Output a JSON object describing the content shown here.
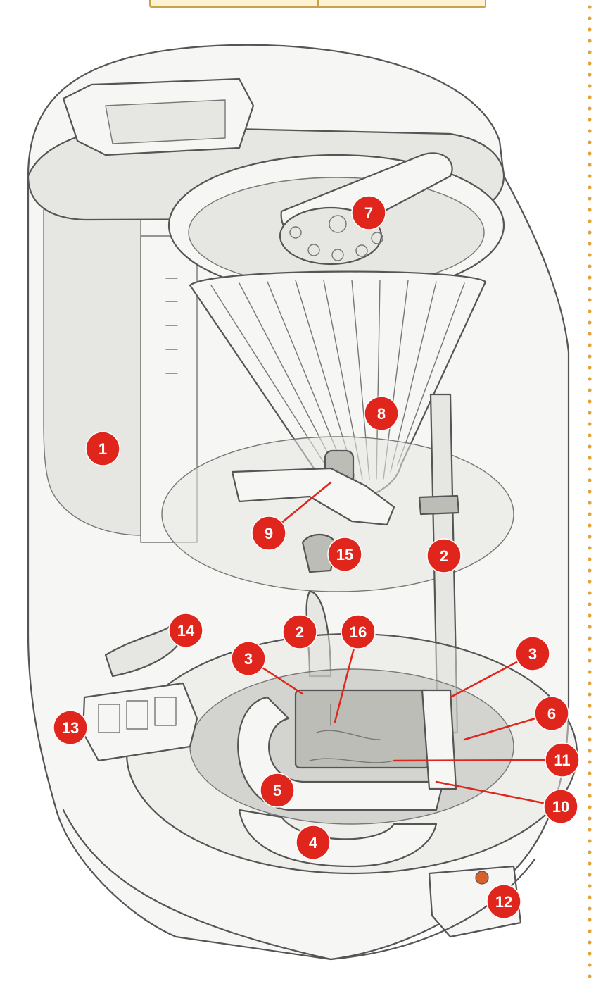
{
  "colors": {
    "callout_fill": "#e0261c",
    "callout_text": "#ffffff",
    "leader_line": "#e0261c",
    "border_dots": "#e3a23a",
    "tab_border": "#c9a24a",
    "tab_fill": "#fdf3d2"
  },
  "callouts": [
    {
      "id": "1",
      "label": "1"
    },
    {
      "id": "2a",
      "label": "2"
    },
    {
      "id": "2b",
      "label": "2"
    },
    {
      "id": "3a",
      "label": "3"
    },
    {
      "id": "3b",
      "label": "3"
    },
    {
      "id": "4",
      "label": "4"
    },
    {
      "id": "5",
      "label": "5"
    },
    {
      "id": "6",
      "label": "6"
    },
    {
      "id": "7",
      "label": "7"
    },
    {
      "id": "8",
      "label": "8"
    },
    {
      "id": "9",
      "label": "9"
    },
    {
      "id": "10",
      "label": "10"
    },
    {
      "id": "11",
      "label": "11"
    },
    {
      "id": "12",
      "label": "12"
    },
    {
      "id": "13",
      "label": "13"
    },
    {
      "id": "14",
      "label": "14"
    },
    {
      "id": "15",
      "label": "15"
    },
    {
      "id": "16",
      "label": "16"
    }
  ]
}
